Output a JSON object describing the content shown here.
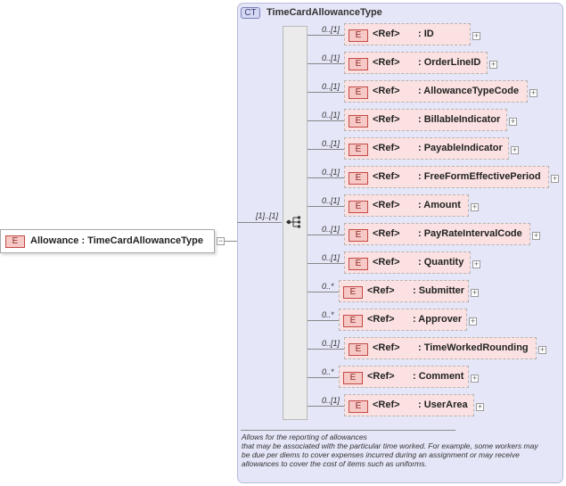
{
  "root_element": {
    "badge": "E",
    "label": "Allowance : TimeCardAllowanceType",
    "expander": "−"
  },
  "complex_type": {
    "badge": "CT",
    "title": "TimeCardAllowanceType",
    "sequence_multiplicity": "[1]..[1]",
    "documentation": [
      "Allows for the reporting of allowances",
      "that may be associated with the particular time worked. For example, some workers may",
      "be due per diems to cover expenses incurred during an assignment or may receive",
      "allowances to cover the cost of items such as uniforms."
    ]
  },
  "children": [
    {
      "multiplicity": "0..[1]",
      "badge": "E",
      "ref": "<Ref>",
      "name": ": ID",
      "expander": "+"
    },
    {
      "multiplicity": "0..[1]",
      "badge": "E",
      "ref": "<Ref>",
      "name": ": OrderLineID",
      "expander": "+"
    },
    {
      "multiplicity": "0..[1]",
      "badge": "E",
      "ref": "<Ref>",
      "name": ": AllowanceTypeCode",
      "expander": "+"
    },
    {
      "multiplicity": "0..[1]",
      "badge": "E",
      "ref": "<Ref>",
      "name": ": BillableIndicator",
      "expander": "+"
    },
    {
      "multiplicity": "0..[1]",
      "badge": "E",
      "ref": "<Ref>",
      "name": ": PayableIndicator",
      "expander": "+"
    },
    {
      "multiplicity": "0..[1]",
      "badge": "E",
      "ref": "<Ref>",
      "name": ": FreeFormEffectivePeriod",
      "expander": "+"
    },
    {
      "multiplicity": "0..[1]",
      "badge": "E",
      "ref": "<Ref>",
      "name": ": Amount",
      "expander": "+"
    },
    {
      "multiplicity": "0..[1]",
      "badge": "E",
      "ref": "<Ref>",
      "name": ": PayRateIntervalCode",
      "expander": "+"
    },
    {
      "multiplicity": "0..[1]",
      "badge": "E",
      "ref": "<Ref>",
      "name": ": Quantity",
      "expander": "+"
    },
    {
      "multiplicity": "0..*",
      "badge": "E",
      "ref": "<Ref>",
      "name": ": Submitter",
      "expander": "+"
    },
    {
      "multiplicity": "0..*",
      "badge": "E",
      "ref": "<Ref>",
      "name": ": Approver",
      "expander": "+"
    },
    {
      "multiplicity": "0..[1]",
      "badge": "E",
      "ref": "<Ref>",
      "name": ": TimeWorkedRounding",
      "expander": "+"
    },
    {
      "multiplicity": "0..*",
      "badge": "E",
      "ref": "<Ref>",
      "name": ": Comment",
      "expander": "+"
    },
    {
      "multiplicity": "0..[1]",
      "badge": "E",
      "ref": "<Ref>",
      "name": ": UserArea",
      "expander": "+"
    }
  ]
}
